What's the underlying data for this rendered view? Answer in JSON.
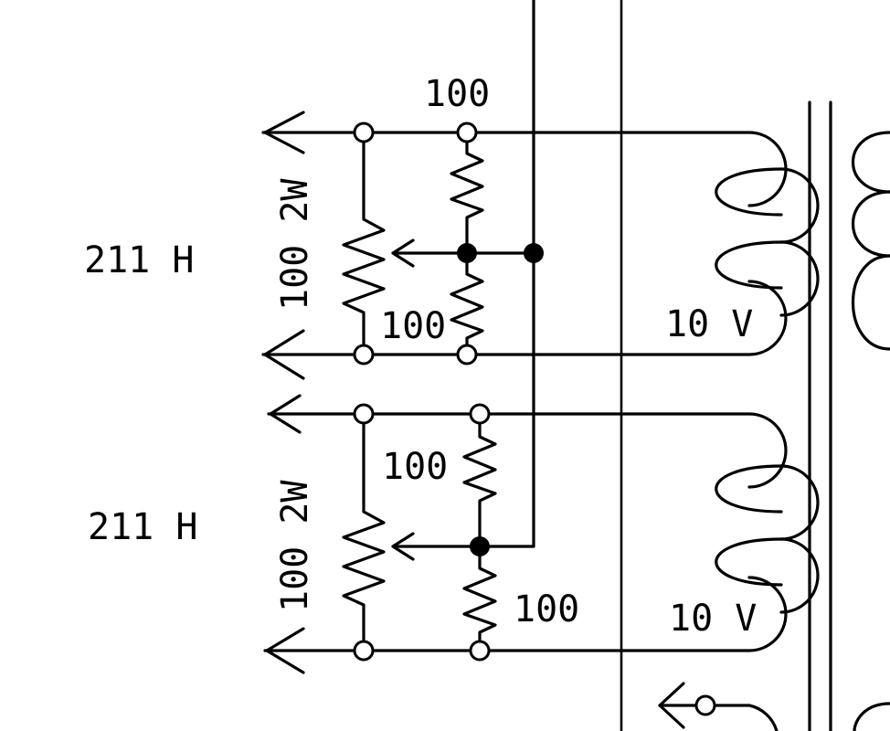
{
  "stage1": {
    "tube_label": "211 H",
    "pot_label": "100 2W",
    "res_top_label": "100",
    "res_bottom_label": "100",
    "winding_label": "10 V"
  },
  "stage2": {
    "tube_label": "211 H",
    "pot_label": "100 2W",
    "res_top_label": "100",
    "res_bottom_label": "100",
    "winding_label": "10 V"
  }
}
